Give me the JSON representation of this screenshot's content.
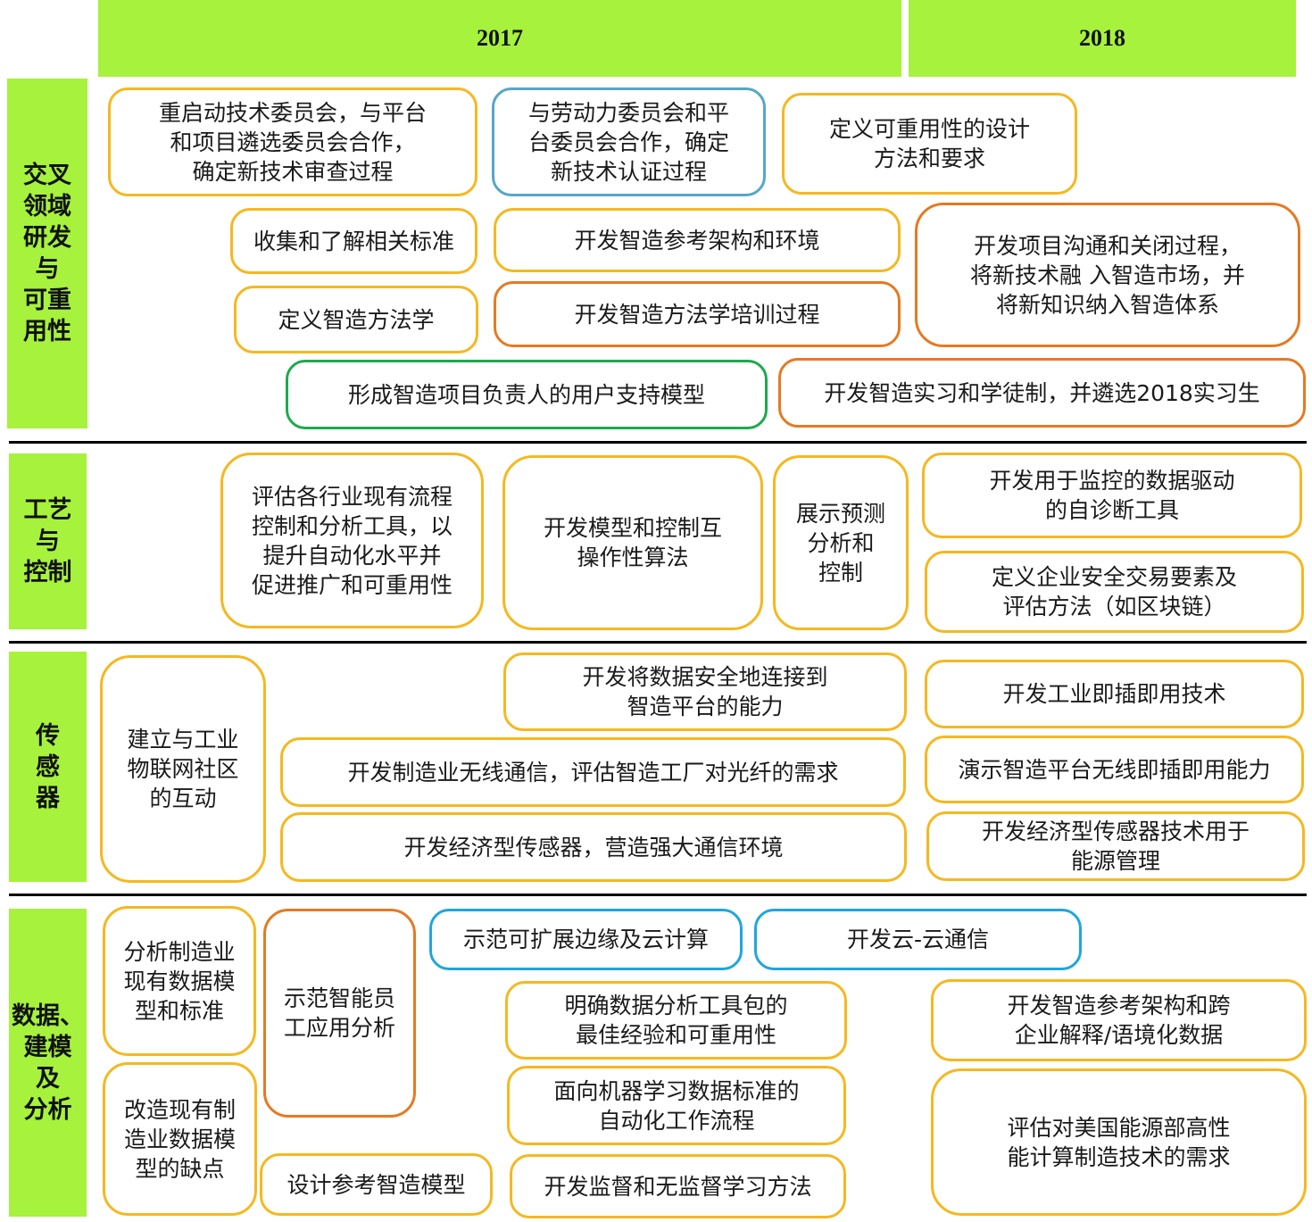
{
  "years": [
    "2017",
    "2018"
  ],
  "categories": [
    "交叉\n领域\n研发\n与\n可重\n用性",
    "工艺\n与\n控制",
    "传\n感\n器",
    "数据、\n建模\n及\n分析"
  ],
  "boxes": {
    "r1": [
      "重启动技术委员会，与平台\n和项目遴选委员会合作，\n确定新技术审查过程",
      "与劳动力委员会和平\n台委员会合作，确定\n新技术认证过程",
      "定义可重用性的设计\n方法和要求",
      "收集和了解相关标准",
      "开发智造参考架构和环境",
      "开发项目沟通和关闭过程，\n将新技术融 入智造市场，并\n将新知识纳入智造体系",
      "定义智造方法学",
      "开发智造方法学培训过程",
      "形成智造项目负责人的用户支持模型",
      "开发智造实习和学徒制，并遴选2018实习生"
    ],
    "r2": [
      "评估各行业现有流程\n控制和分析工具，以\n提升自动化水平并\n促进推广和可重用性",
      "开发模型和控制互\n操作性算法",
      "展示预测\n分析和\n控制",
      "开发用于监控的数据驱动\n的自诊断工具",
      "定义企业安全交易要素及\n评估方法（如区块链）"
    ],
    "r3": [
      "建立与工业\n物联网社区\n的互动",
      "开发将数据安全地连接到\n智造平台的能力",
      "开发工业即插即用技术",
      "开发制造业无线通信，评估智造工厂对光纤的需求",
      "演示智造平台无线即插即用能力",
      "开发经济型传感器，营造强大通信环境",
      "开发经济型传感器技术用于\n能源管理"
    ],
    "r4": [
      "分析制造业\n现有数据模\n型和标准",
      "示范智能员\n工应用分析",
      "示范可扩展边缘及云计算",
      "开发云-云通信",
      "明确数据分析工具包的\n最佳经验和可重用性",
      "开发智造参考架构和跨\n企业解释/语境化数据",
      "改造现有制\n造业数据模\n型的缺点",
      "面向机器学习数据标准的\n自动化工作流程",
      "评估对美国能源部高性\n能计算制造技术的需求",
      "设计参考智造模型",
      "开发监督和无监督学习方法"
    ]
  }
}
